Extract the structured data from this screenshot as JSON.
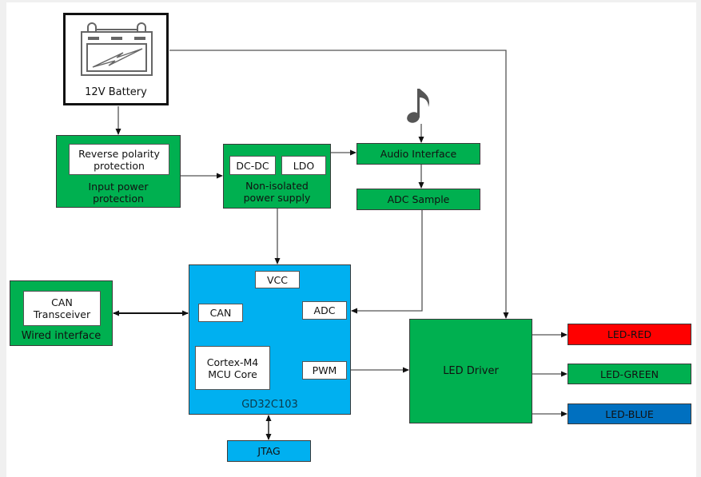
{
  "battery": {
    "label": "12V Battery",
    "icon": "car-battery-icon"
  },
  "input_protection": {
    "inner_label": "Reverse polarity\nprotection",
    "label": "Input power\nprotection"
  },
  "power_supply": {
    "dcdc_label": "DC-DC",
    "ldo_label": "LDO",
    "label": "Non-isolated\npower supply"
  },
  "audio": {
    "icon": "music-note-icon",
    "interface_label": "Audio Interface",
    "adc_label": "ADC Sample"
  },
  "can_module": {
    "inner_label": "CAN\nTransceiver",
    "label": "Wired interface"
  },
  "mcu": {
    "label": "GD32C103",
    "vcc_label": "VCC",
    "can_label": "CAN",
    "adc_label": "ADC",
    "core_label": "Cortex-M4\nMCU Core",
    "pwm_label": "PWM"
  },
  "jtag": {
    "label": "JTAG"
  },
  "led_driver": {
    "label": "LED Driver"
  },
  "leds": [
    {
      "label": "LED-RED",
      "color": "#ff0000"
    },
    {
      "label": "LED-GREEN",
      "color": "#00b050"
    },
    {
      "label": "LED-BLUE",
      "color": "#0070c0"
    }
  ],
  "colors": {
    "module_green": "#00b050",
    "mcu_blue": "#00b0f0",
    "wire": "#555555"
  }
}
